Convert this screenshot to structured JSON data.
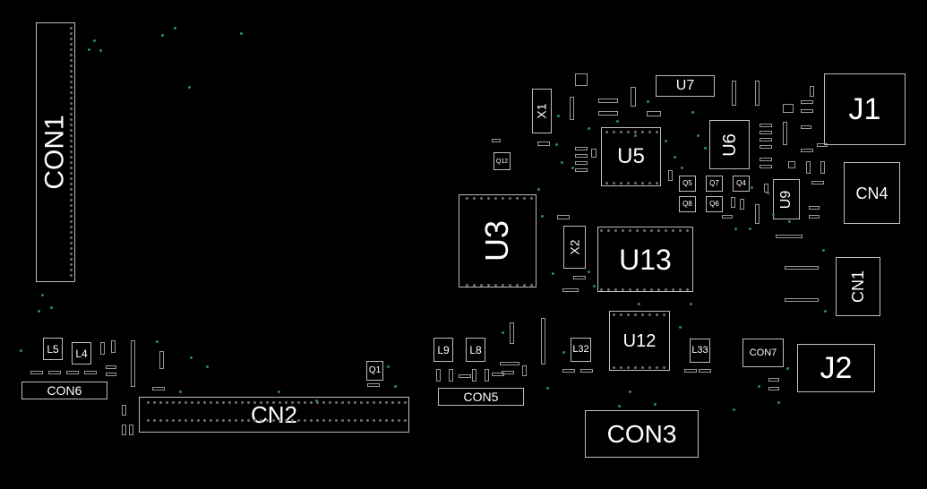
{
  "board": {
    "background": "#000000",
    "outline_color": "#bdbdbd",
    "via_color": "#2e8b57"
  },
  "components": {
    "con1_left": "CON1",
    "x1": "X1",
    "u7": "U7",
    "j1": "J1",
    "u5": "U5",
    "u6": "U6",
    "q12": "Q12",
    "q5": "Q5",
    "q7": "Q7",
    "q4": "Q4",
    "q8": "Q8",
    "q6": "Q6",
    "u9": "U9",
    "cn4": "CN4",
    "u3": "U3",
    "x2": "X2",
    "u13": "U13",
    "cn1_right": "CN1",
    "u12": "U12",
    "l32": "L32",
    "l33": "L33",
    "con7": "CON7",
    "j2": "J2",
    "l5": "L5",
    "l4": "L4",
    "con6": "CON6",
    "q1": "Q1",
    "cn2": "CN2",
    "l9": "L9",
    "l8": "L8",
    "con5": "CON5",
    "con3": "CON3"
  }
}
